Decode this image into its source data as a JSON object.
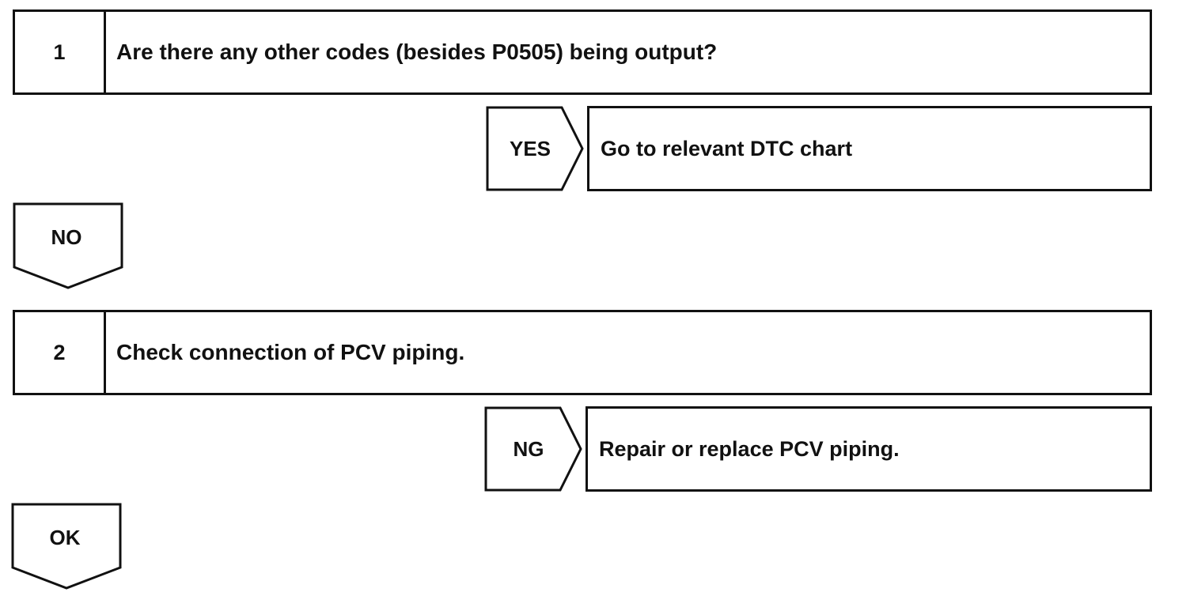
{
  "steps": [
    {
      "number": "1",
      "text": "Are there any other codes (besides P0505) being output?"
    },
    {
      "number": "2",
      "text": "Check connection of PCV piping."
    }
  ],
  "branches": [
    {
      "label": "YES",
      "result": "Go to relevant DTC chart"
    },
    {
      "label": "NG",
      "result": "Repair or replace PCV piping."
    }
  ],
  "continuations": [
    {
      "label": "NO"
    },
    {
      "label": "OK"
    }
  ]
}
